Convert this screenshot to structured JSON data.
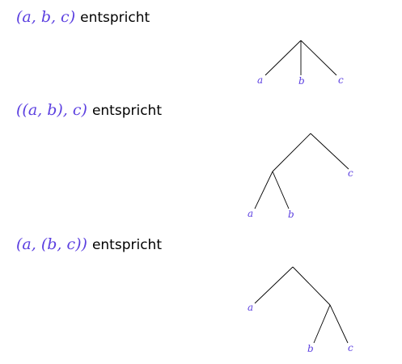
{
  "colors": {
    "math": "#5b3fe0",
    "text": "#000000",
    "edge": "#000000"
  },
  "examples": [
    {
      "expression": "(a, b, c)",
      "word": "entspricht",
      "leaves": [
        "a",
        "b",
        "c"
      ]
    },
    {
      "expression": "((a, b), c)",
      "word": "entspricht",
      "leaves": [
        "a",
        "b",
        "c"
      ]
    },
    {
      "expression": "(a, (b, c))",
      "word": "entspricht",
      "leaves": [
        "a",
        "b",
        "c"
      ]
    }
  ]
}
